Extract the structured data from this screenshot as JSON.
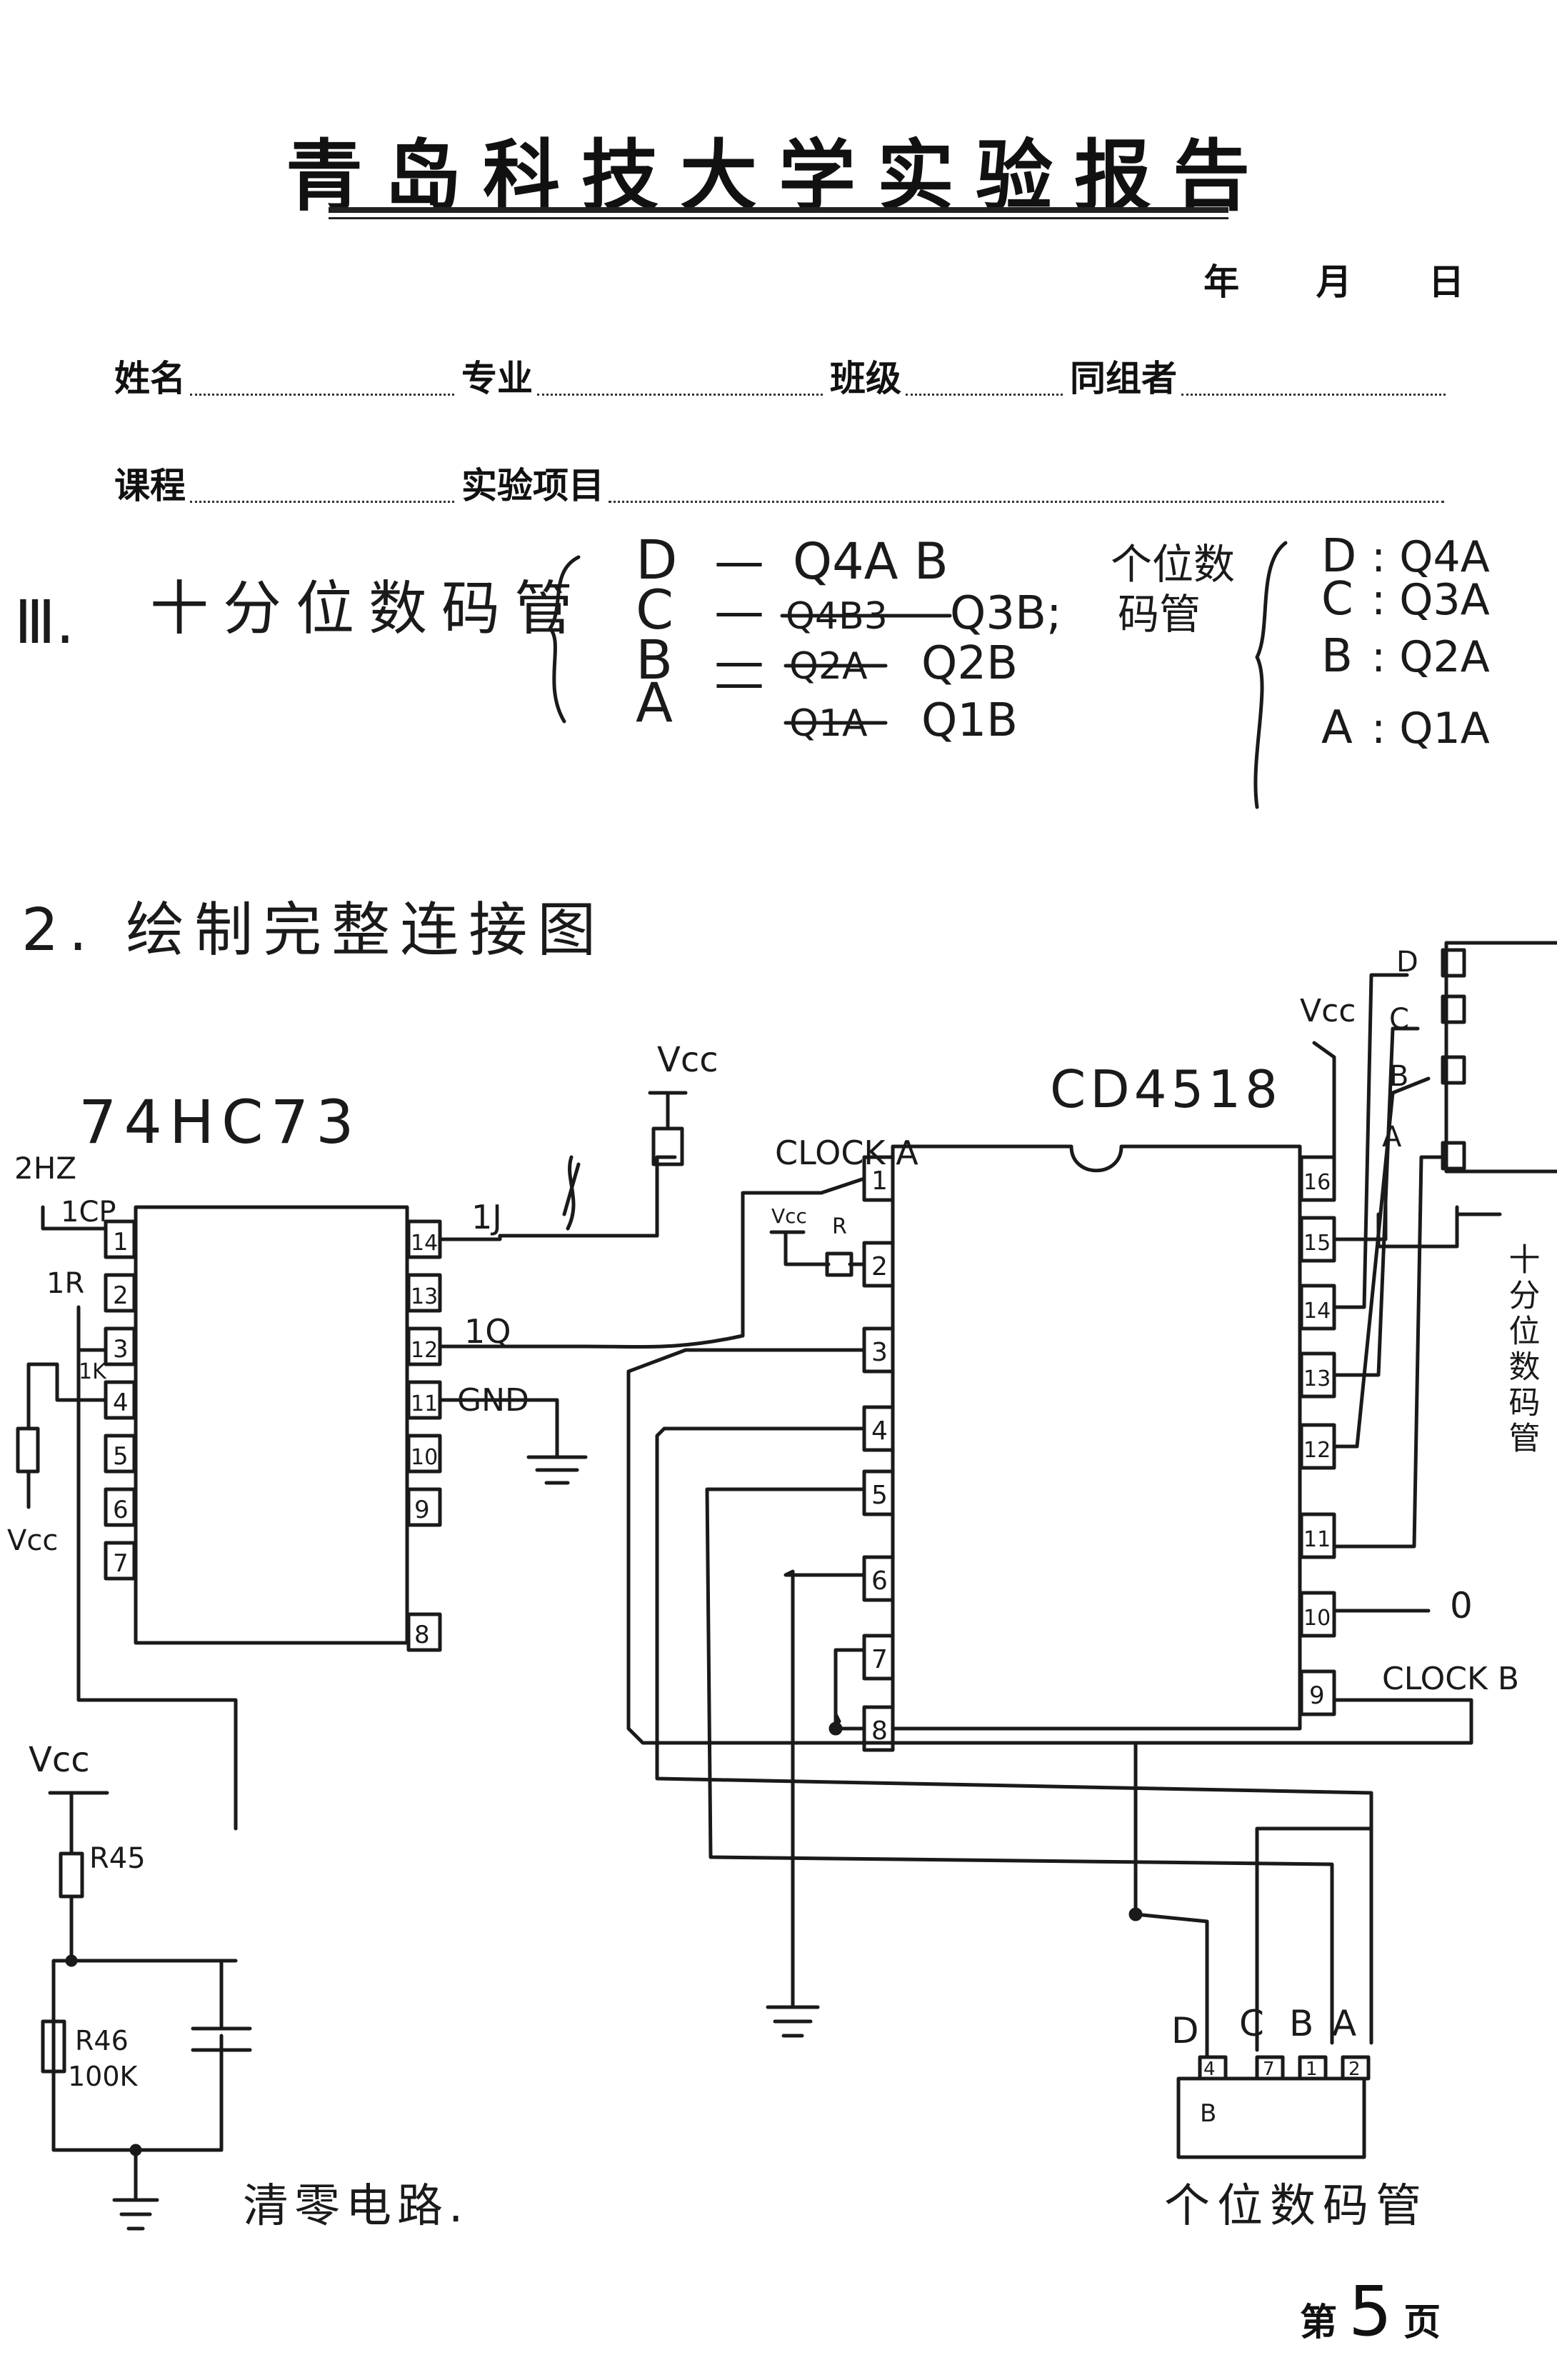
{
  "header": {
    "title": "青岛科技大学实验报告",
    "date_year": "年",
    "date_month": "月",
    "date_day": "日"
  },
  "form": {
    "name_label": "姓名",
    "major_label": "专业",
    "class_label": "班级",
    "group_label": "同组者",
    "course_label": "课程",
    "project_label": "实验项目"
  },
  "section3": {
    "numeral": "Ⅲ.",
    "title": "十分位数码管",
    "tens_map": [
      {
        "seg": "D",
        "dash": "—",
        "struck": "",
        "value": "Q4A B"
      },
      {
        "seg": "C",
        "dash": "—",
        "struck": "Q4B3",
        "value": "Q3B;"
      },
      {
        "seg": "B",
        "dash": "—",
        "struck": "Q2A",
        "value": "Q2B"
      },
      {
        "seg": "A",
        "dash": "—",
        "struck": "Q1A",
        "value": "Q1B"
      }
    ],
    "units_label_1": "个位数",
    "units_label_2": "码管",
    "units_map": [
      {
        "seg": "D",
        "value": ": Q4A"
      },
      {
        "seg": "C",
        "value": ": Q3A"
      },
      {
        "seg": "B",
        "value": ": Q2A"
      },
      {
        "seg": "A",
        "value": ": Q1A"
      }
    ]
  },
  "section2": {
    "title": "2. 绘制完整连接图"
  },
  "circuit": {
    "ic1_name": "74HC73",
    "ic1_left_pins": [
      "1",
      "2",
      "3",
      "4",
      "5",
      "6",
      "7"
    ],
    "ic1_right_pins": [
      "14",
      "13",
      "12",
      "11",
      "10",
      "9",
      "8"
    ],
    "ic2_name": "CD4518",
    "ic2_left_pins": [
      "1",
      "2",
      "3",
      "4",
      "5",
      "6",
      "7",
      "8"
    ],
    "ic2_right_pins": [
      "16",
      "15",
      "14",
      "13",
      "12",
      "11",
      "10",
      "9"
    ],
    "lbl_2hz": "2HZ",
    "lbl_1cp": "1CP",
    "lbl_1r": "1R",
    "lbl_1k": "1K",
    "lbl_vcc_left": "Vcc",
    "lbl_1j": "1J",
    "lbl_1q": "1Q",
    "lbl_gnd": "GND",
    "lbl_vcc_top": "Vcc",
    "lbl_clock_a": "CLOCK A",
    "lbl_vcc_small": "Vcc",
    "lbl_r": "R",
    "lbl_vcc_right": "Vcc",
    "lbl_zero": "0",
    "lbl_clock_b": "CLOCK B",
    "lbl_tens_side": "十分位数码管",
    "lbl_vcc_reset": "Vcc",
    "lbl_r45": "R45",
    "lbl_r46": "R46",
    "lbl_100k": "100K",
    "lbl_reset_circuit": "清零电路.",
    "units_disp_pins": [
      "D",
      "C",
      "B",
      "A"
    ],
    "units_disp_nums": [
      "4",
      "7",
      "1",
      "2"
    ],
    "units_disp_inner": "B",
    "units_caption": "个位数码管",
    "tens_disp_pins": [
      "D",
      "C",
      "B",
      "A"
    ]
  },
  "footer": {
    "prefix": "第",
    "page_number": "5",
    "suffix": "页"
  }
}
